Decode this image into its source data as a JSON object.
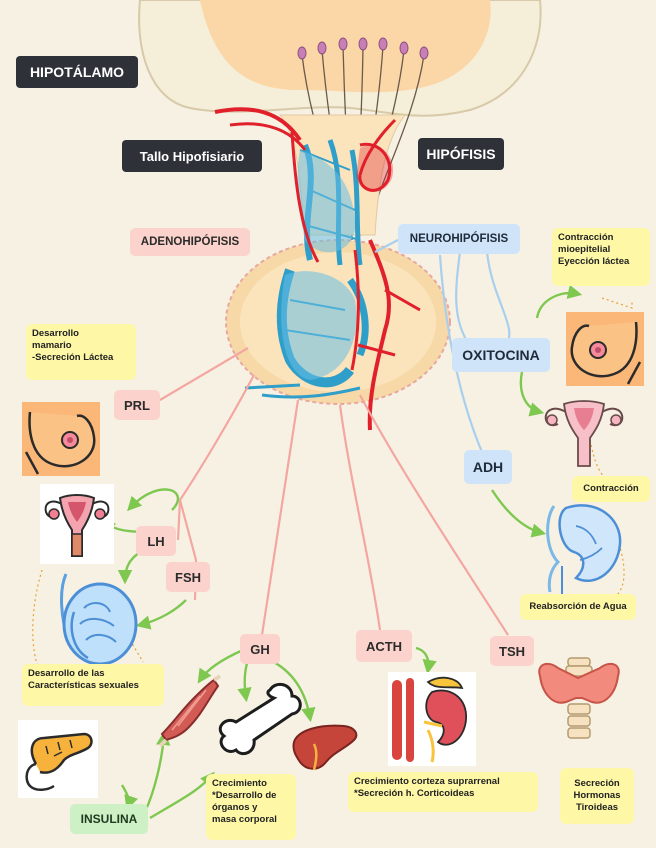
{
  "headers": {
    "hipotalamo": "HIPOTÁLAMO",
    "tallo": "Tallo Hipofisiario",
    "hipofisis": "HIPÓFISIS"
  },
  "lobes": {
    "adeno": "ADENOHIPÓFISIS",
    "neuro": "NEUROHIPÓFISIS"
  },
  "hormones": {
    "prl": "PRL",
    "lh": "LH",
    "fsh": "FSH",
    "gh": "GH",
    "acth": "ACTH",
    "tsh": "TSH",
    "oxitocina": "OXITOCINA",
    "adh": "ADH",
    "insulina": "INSULINA"
  },
  "notes": {
    "prl": "Desarrollo\nmamario\n-Secreción Láctea",
    "oxitocina": "Contracción\nmioepitelial\nEyección láctea",
    "utero": "Contracción",
    "adh": "Reabsorción de Agua",
    "sexual": "Desarrollo de las\nCaracterísticas sexuales",
    "gh": "Crecimiento\n*Desarrollo de\nórganos y\nmasa corporal",
    "acth": "Crecimiento corteza suprarrenal\n*Secreción h. Corticoideas",
    "tsh": "Secreción\nHormonas\nTiroideas"
  },
  "colors": {
    "background": "#f7f1e4",
    "hypothalamus": "#fbd6a6",
    "artery": "#e0202a",
    "vein": "#2f9ec9",
    "pink_line": "#f4a6a0",
    "blue_line": "#a9cfee",
    "green_arrow": "#7ec850"
  },
  "icons": [
    "breast-icon",
    "uterus-icon",
    "testis-icon",
    "pancreas-icon",
    "muscle-icon",
    "bone-icon",
    "liver-icon",
    "kidney-adrenal-icon",
    "thyroid-icon"
  ]
}
